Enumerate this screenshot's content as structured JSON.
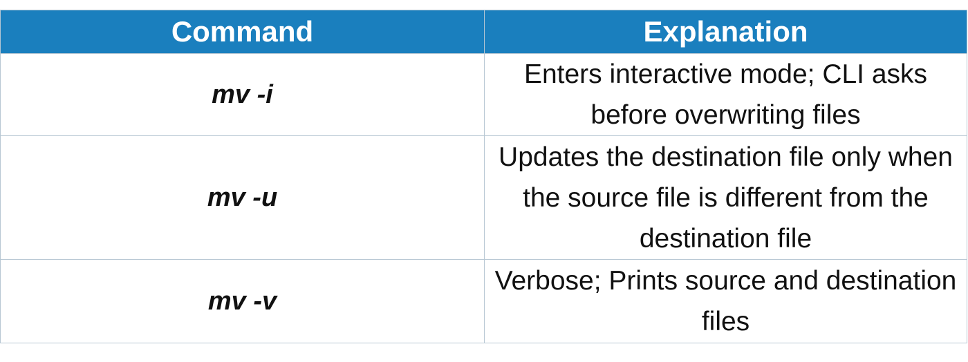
{
  "table": {
    "headers": [
      "Command",
      "Explanation"
    ],
    "rows": [
      {
        "command": "mv -i",
        "explanation": "Enters interactive mode; CLI asks before overwriting files"
      },
      {
        "command": "mv -u",
        "explanation": "Updates the destination file only when the source file is different from the destination file"
      },
      {
        "command": "mv -v",
        "explanation": "Verbose; Prints source and destination files"
      }
    ]
  },
  "colors": {
    "header_background": "#1a7fbe",
    "header_text": "#ffffff",
    "border": "#b7c7d3",
    "body_text": "#111111"
  }
}
